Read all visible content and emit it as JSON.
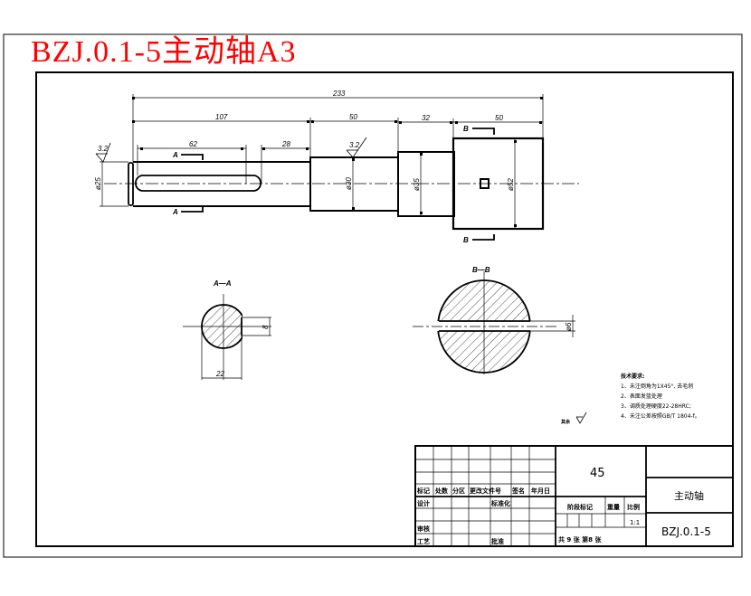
{
  "sheet": {
    "title": "BZJ.0.1-5主动轴A3",
    "title_color": "#ff0000"
  },
  "main_view": {
    "dimensions": {
      "overall_length": "233",
      "seg1_length": "107",
      "seg2_length": "50",
      "seg3_length": "32",
      "seg4_length": "50",
      "keyway_length": "62",
      "keyway_offset": "28",
      "dia1": "ø25",
      "dia2": "ø30",
      "dia3": "ø35",
      "dia4": "ø52"
    },
    "roughness": [
      "3.2",
      "3.2"
    ],
    "section_marks": {
      "a_top": "A",
      "a_bottom": "A",
      "b_top": "B",
      "b_bottom": "B"
    }
  },
  "section_a": {
    "label": "A—A",
    "width_dim": "22",
    "key_dim": "8"
  },
  "section_b": {
    "label": "B—B",
    "hole_dim": "ø6"
  },
  "tech_requirements": {
    "heading": "技术要求:",
    "items": [
      "1、未注倒角为1X45°, 去毛刺",
      "2、表面发蓝处理",
      "3、调质处理硬度22-28HRC;",
      "4、未注公差按照GB/T 1804-f。"
    ]
  },
  "other_roughness": {
    "label": "其余",
    "value": "∀"
  },
  "title_block": {
    "headers": [
      "标记",
      "处数",
      "分区",
      "更改文件号",
      "签名",
      "年月日"
    ],
    "rows": {
      "design": "设计",
      "standardization": "标准化",
      "review": "审核",
      "process": "工艺",
      "approve": "批准"
    },
    "material": "45",
    "stage_mark": "阶段标记",
    "weight": "重量",
    "scale_label": "比例",
    "scale_value": "1:1",
    "sheets": "共 9 张  第8 张",
    "part_name": "主动轴",
    "drawing_no": "BZJ.0.1-5"
  }
}
